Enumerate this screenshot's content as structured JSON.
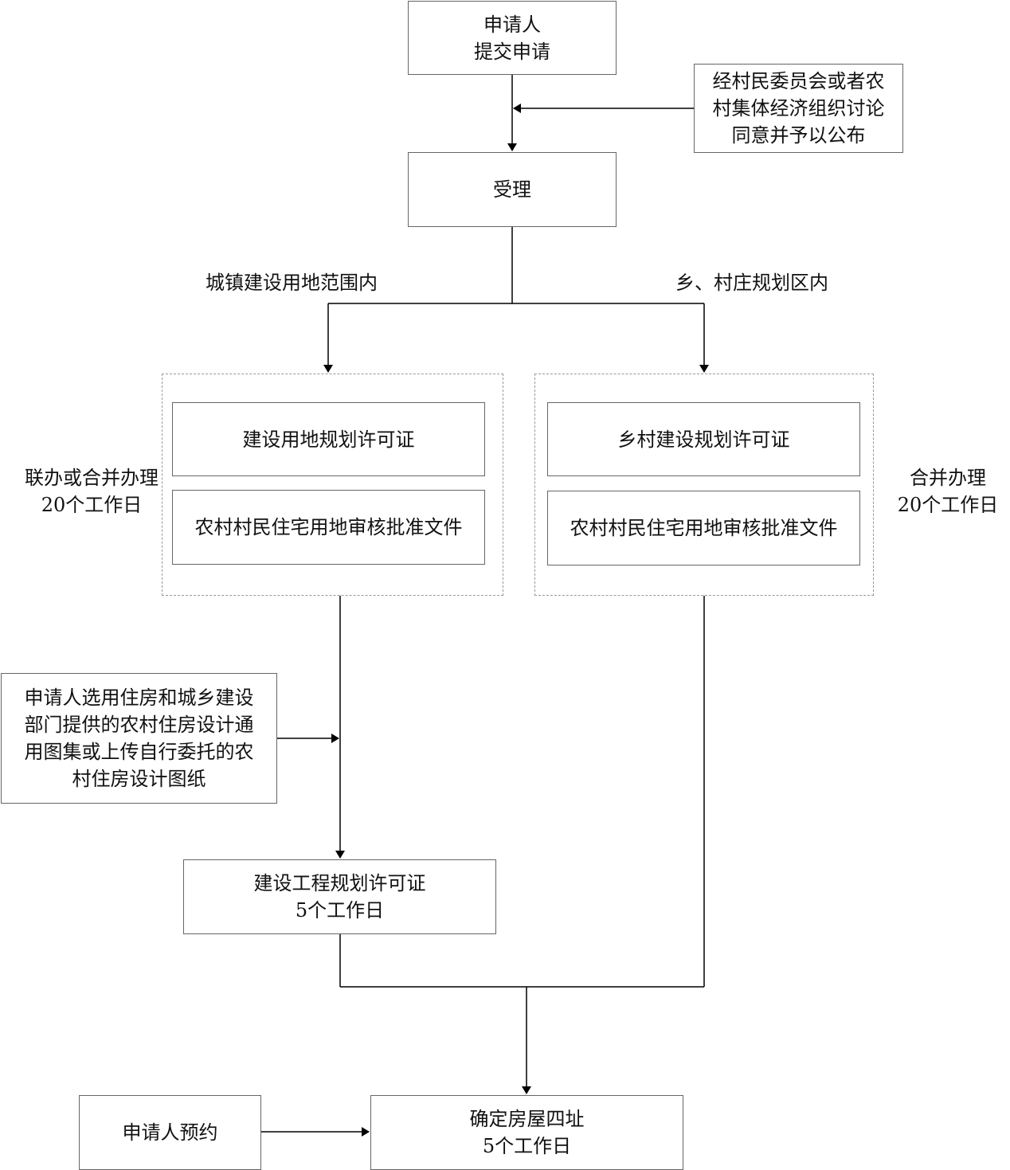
{
  "nodes": {
    "applicant_submit": [
      "申请人",
      "提交申请"
    ],
    "village_discussion": [
      "经村民委员会或者农",
      "村集体经济组织讨论",
      "同意并予以公布"
    ],
    "accept": [
      "受理"
    ],
    "left_permit": [
      "建设用地规划许可证"
    ],
    "left_approval": [
      "农村村民住宅用地审核批准文件"
    ],
    "right_permit": [
      "乡村建设规划许可证"
    ],
    "right_approval": [
      "农村村民住宅用地审核批准文件"
    ],
    "design_drawings": [
      "申请人选用住房和城乡建设",
      "部门提供的农村住房设计通",
      "用图集或上传自行委托的农",
      "村住房设计图纸"
    ],
    "engineering_permit": [
      "建设工程规划许可证",
      "5个工作日"
    ],
    "reservation": [
      "申请人预约"
    ],
    "confirm_boundaries": [
      "确定房屋四址",
      "5个工作日"
    ]
  },
  "labels": {
    "urban_branch": "城镇建设用地范围内",
    "rural_branch": "乡、村庄规划区内",
    "left_group_note": [
      "联办或合并办理",
      "20个工作日"
    ],
    "right_group_note": [
      "合并办理",
      "20个工作日"
    ]
  }
}
